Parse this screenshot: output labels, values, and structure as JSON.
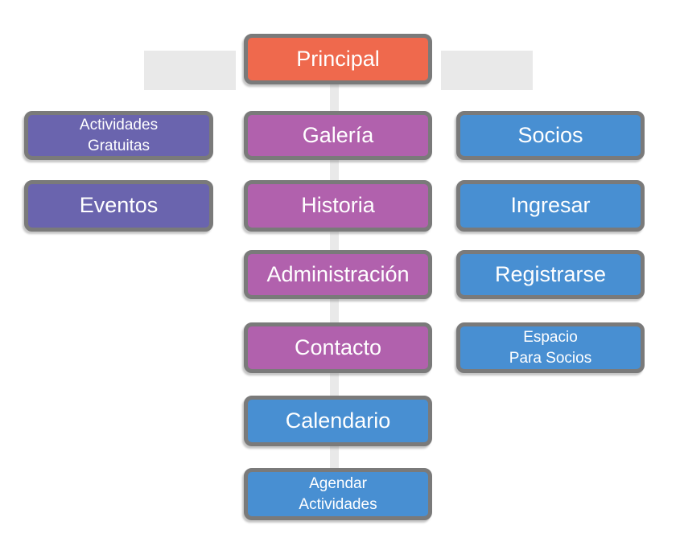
{
  "diagram_type": "sitemap-flowchart",
  "colors": {
    "orange": "#ef694d",
    "violet": "#6a64ae",
    "magenta": "#b161ad",
    "blue": "#488fd2",
    "border": "#7a7a7a",
    "connector": "#e9e9e9",
    "text": "#ffffff"
  },
  "connectors": [
    {
      "id": "left-branch"
    },
    {
      "id": "right-branch"
    },
    {
      "id": "center-trunk"
    }
  ],
  "nodes": [
    {
      "id": "principal",
      "lines": [
        "Principal"
      ],
      "column": "center",
      "row": 0,
      "color": "orange"
    },
    {
      "id": "actividades-gratuitas",
      "lines": [
        "Actividades",
        "Gratuitas"
      ],
      "column": "left",
      "row": 1,
      "color": "violet"
    },
    {
      "id": "eventos",
      "lines": [
        "Eventos"
      ],
      "column": "left",
      "row": 2,
      "color": "violet"
    },
    {
      "id": "galeria",
      "lines": [
        "Galería"
      ],
      "column": "center",
      "row": 1,
      "color": "magenta"
    },
    {
      "id": "historia",
      "lines": [
        "Historia"
      ],
      "column": "center",
      "row": 2,
      "color": "magenta"
    },
    {
      "id": "administracion",
      "lines": [
        "Administración"
      ],
      "column": "center",
      "row": 3,
      "color": "magenta"
    },
    {
      "id": "contacto",
      "lines": [
        "Contacto"
      ],
      "column": "center",
      "row": 4,
      "color": "magenta"
    },
    {
      "id": "calendario",
      "lines": [
        "Calendario"
      ],
      "column": "center",
      "row": 5,
      "color": "blue"
    },
    {
      "id": "agendar-actividades",
      "lines": [
        "Agendar",
        "Actividades"
      ],
      "column": "center",
      "row": 6,
      "color": "blue"
    },
    {
      "id": "socios",
      "lines": [
        "Socios"
      ],
      "column": "right",
      "row": 1,
      "color": "blue"
    },
    {
      "id": "ingresar",
      "lines": [
        "Ingresar"
      ],
      "column": "right",
      "row": 2,
      "color": "blue"
    },
    {
      "id": "registrarse",
      "lines": [
        "Registrarse"
      ],
      "column": "right",
      "row": 3,
      "color": "blue"
    },
    {
      "id": "espacio-para-socios",
      "lines": [
        "Espacio",
        "Para Socios"
      ],
      "column": "right",
      "row": 4,
      "color": "blue"
    }
  ]
}
